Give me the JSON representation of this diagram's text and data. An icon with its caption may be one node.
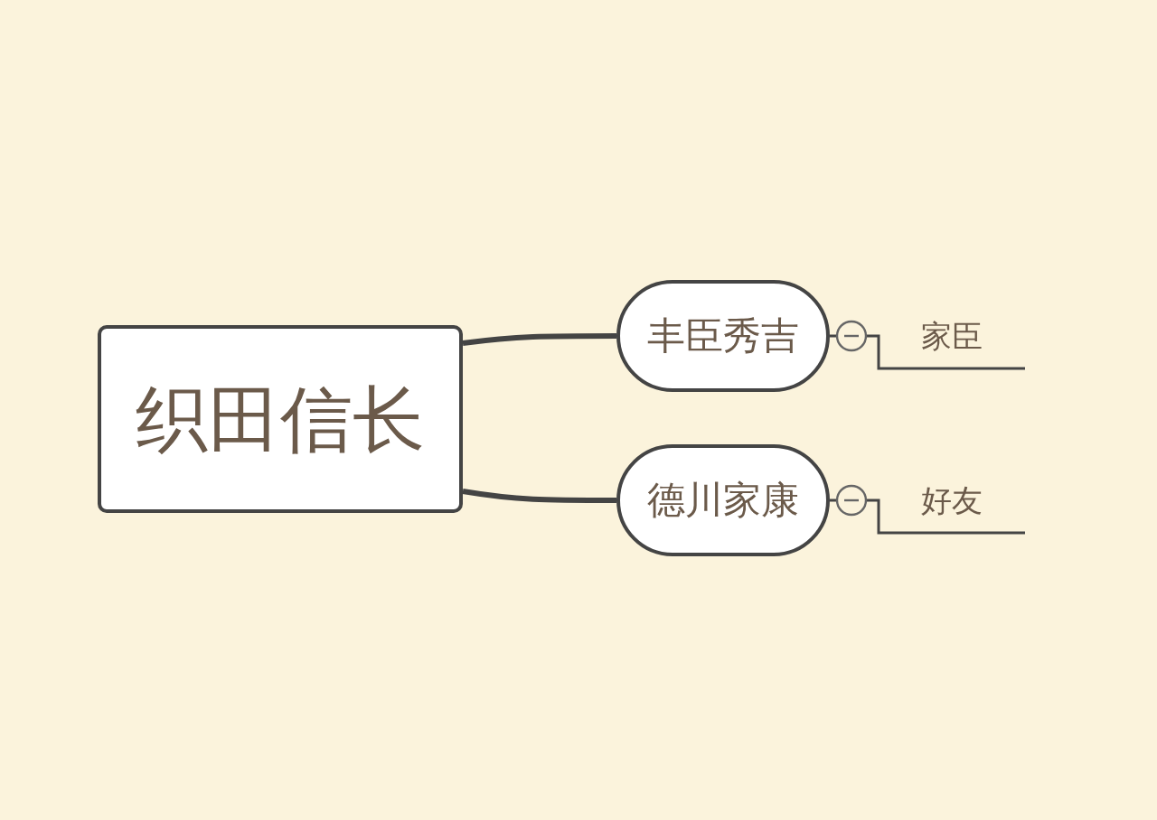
{
  "diagram": {
    "nodes": [
      {
        "text": [
          "织田信长"
        ]
      },
      {
        "text": [
          "丰臣秀吉"
        ]
      },
      {
        "text": [
          "德川家康"
        ]
      },
      {
        "text": [
          "家臣"
        ]
      },
      {
        "text": [
          "好友"
        ]
      }
    ],
    "edges": [
      {
        "from": 0,
        "to": 1,
        "arrow": "none",
        "style": "thick"
      },
      {
        "from": 0,
        "to": 2,
        "arrow": "none",
        "style": "thick"
      },
      {
        "from": 1,
        "to": 3,
        "arrow": "none"
      },
      {
        "from": 2,
        "to": 4,
        "arrow": "none"
      }
    ]
  }
}
